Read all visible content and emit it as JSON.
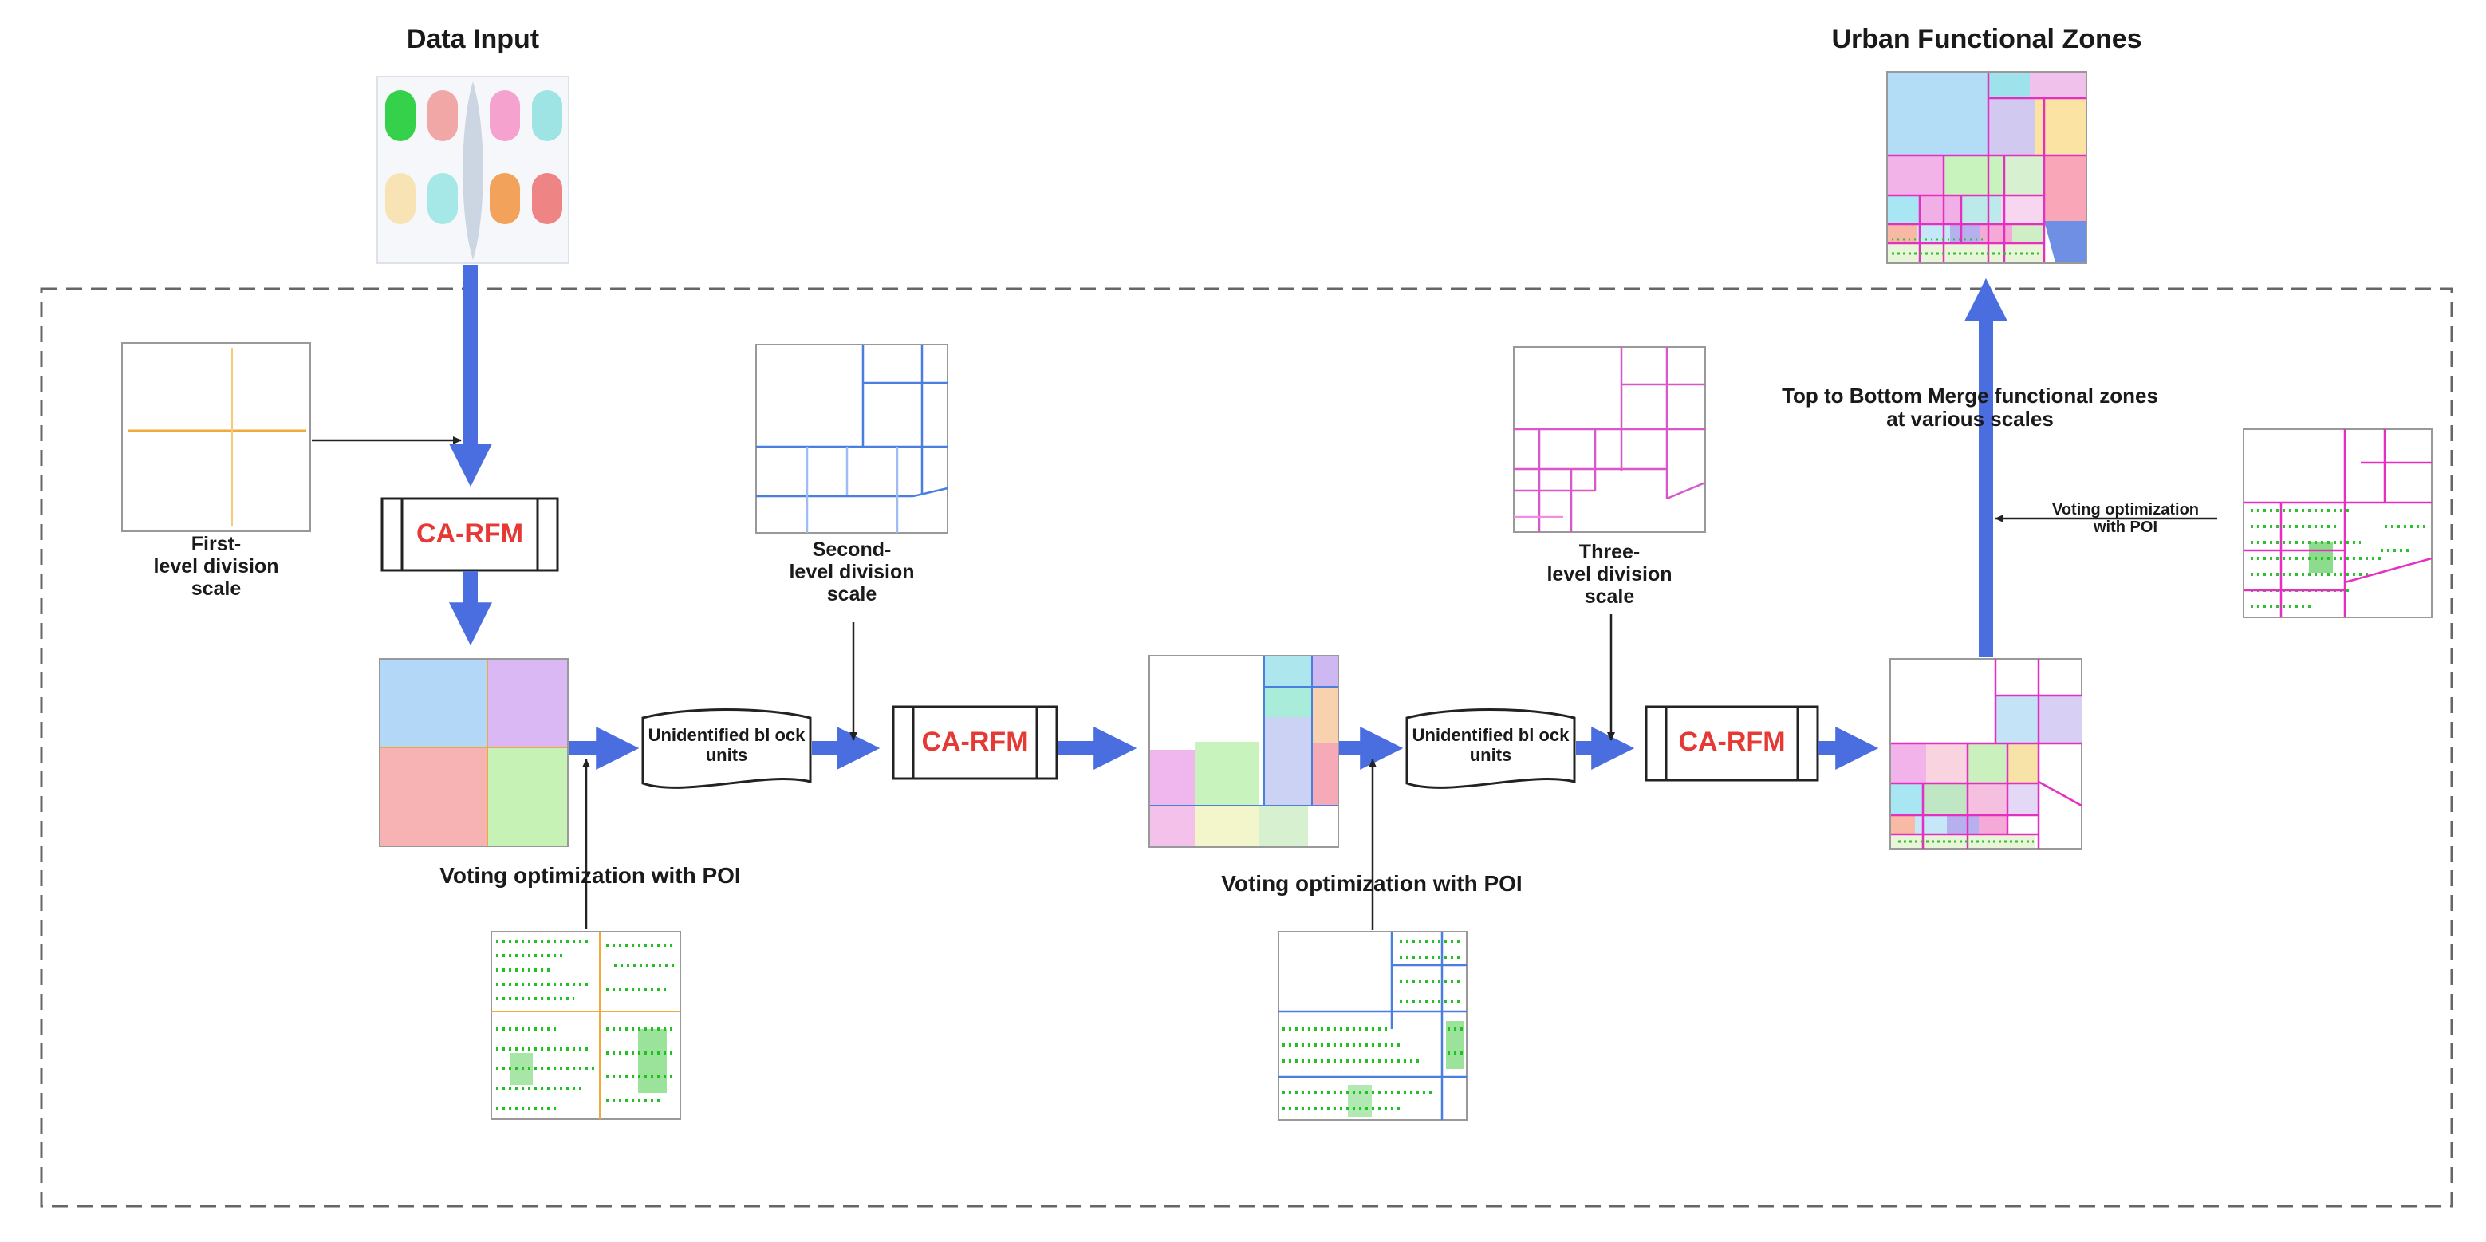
{
  "titles": {
    "data_input": "Data Input",
    "urban_zones": "Urban Functional Zones"
  },
  "processes": {
    "ca_rfm": "CA-RFM"
  },
  "documents": {
    "unidentified": "Unidentified bl ock units"
  },
  "scales": {
    "first": [
      "First-",
      "level division",
      "scale"
    ],
    "second": [
      "Second-",
      "level division",
      "scale"
    ],
    "third": [
      "Three-",
      "level division",
      "scale"
    ]
  },
  "voting": {
    "label": "Voting optimization with POI",
    "small": [
      "Voting optimization",
      "with POI"
    ]
  },
  "merge": {
    "lines": [
      "Top to Bottom Merge functional zones",
      "at various scales"
    ]
  },
  "colors": {
    "arrow": "#4a6ee0",
    "ca_text": "#e53935",
    "dashed_border": "#666666",
    "poi_green": "#22c022",
    "first_level_line": "#f2a93b",
    "second_level_line": "#4a7fe0",
    "third_level_line": "#d957c8"
  },
  "icons": {
    "data_input": "colored-data-icon",
    "map_tiles": "zone-map-icon"
  }
}
